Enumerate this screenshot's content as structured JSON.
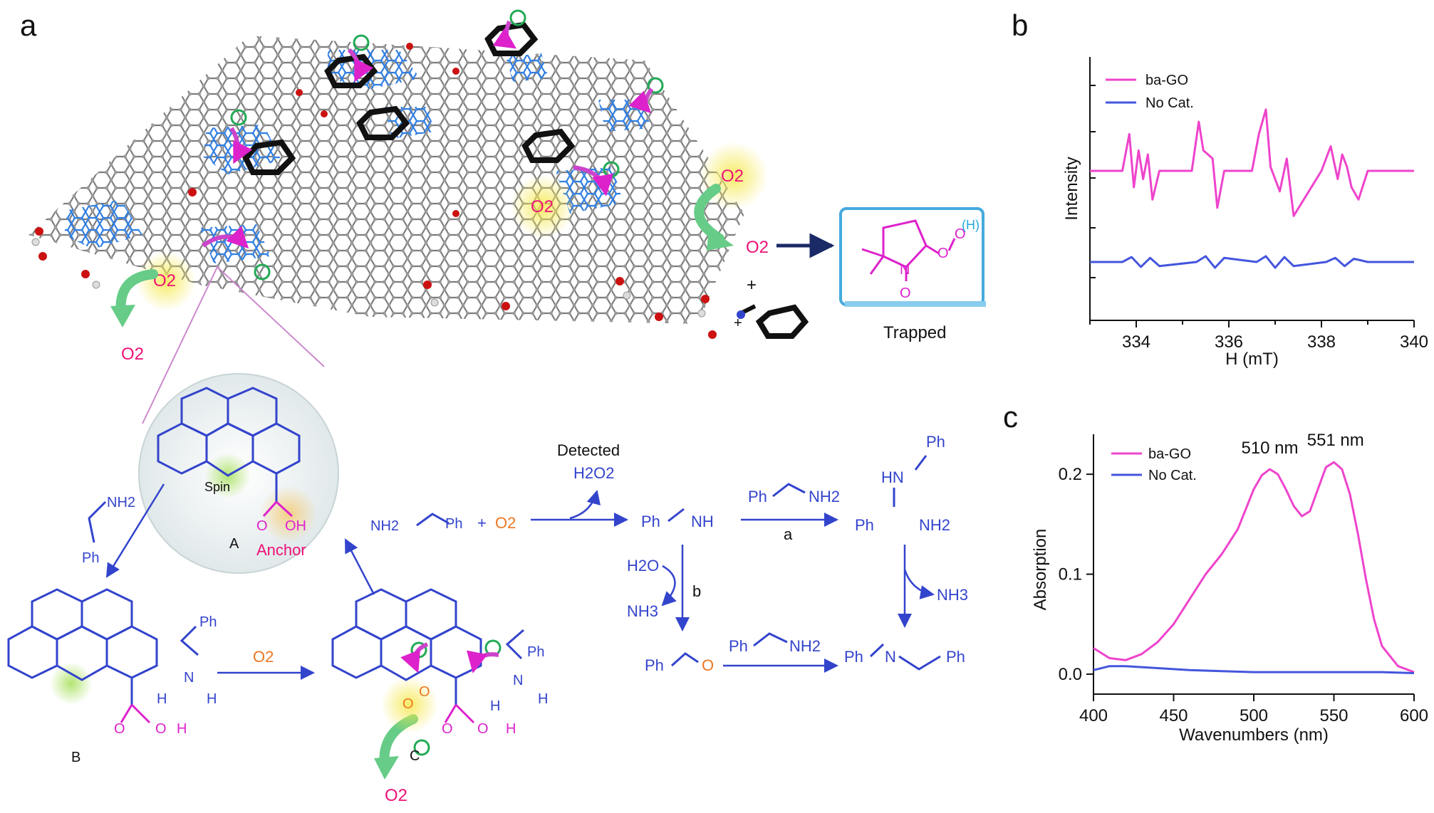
{
  "panels": {
    "a": {
      "label": "a",
      "o2_labels": [
        "O2",
        "O2",
        "O2",
        "O2"
      ],
      "superoxide": "O2",
      "trapped_label": "Trapped",
      "trap_h": "(H)",
      "plus": "+",
      "scheme": {
        "A_label": "A",
        "B_label": "B",
        "C_label": "C",
        "spin": "Spin",
        "anchor": "Anchor",
        "cooh": "O",
        "oh": "OH",
        "nh2": "NH2",
        "ph": "Ph",
        "o2": "O2",
        "detected": "Detected",
        "h2o2": "H2O2",
        "ph_imine_nh": "Ph",
        "nh": "NH",
        "step_a": "a",
        "step_b": "b",
        "h2o": "H2O",
        "nh3": "NH3",
        "hn": "HN",
        "n": "N",
        "h": "H",
        "o": "O"
      }
    },
    "b": {
      "label": "b",
      "xlabel": "H (mT)",
      "ylabel": "Intensity",
      "legend": [
        "ba-GO",
        "No Cat."
      ]
    },
    "c": {
      "label": "c",
      "xlabel": "Wavenumbers (nm)",
      "ylabel": "Absorption",
      "legend": [
        "ba-GO",
        "No Cat."
      ],
      "peak_labels": [
        "510 nm",
        "551 nm"
      ]
    }
  },
  "colors": {
    "ba_go": "#ee44cc",
    "no_cat": "#4455dd",
    "blue_struct": "#3344cc",
    "pink_text": "#ee1177",
    "magenta": "#dd22cc",
    "orange": "#ee7722",
    "graphene_grey": "#888888"
  },
  "chart_data": [
    {
      "type": "line",
      "panel": "b",
      "xlabel": "H (mT)",
      "ylabel": "Intensity",
      "xlim": [
        333,
        340
      ],
      "xticks": [
        334,
        336,
        338,
        340
      ],
      "yticks_labeled": false,
      "legend_position": "top-left",
      "grid": false,
      "series": [
        {
          "name": "ba-GO",
          "color": "#ee44cc",
          "baseline": 0.8,
          "x": [
            333.0,
            333.7,
            333.85,
            333.95,
            334.05,
            334.15,
            334.25,
            334.35,
            334.5,
            335.2,
            335.35,
            335.45,
            335.55,
            335.65,
            335.75,
            335.9,
            336.5,
            336.65,
            336.8,
            336.9,
            337.0,
            337.1,
            337.25,
            337.4,
            338.0,
            338.2,
            338.35,
            338.45,
            338.55,
            338.65,
            338.8,
            339.0,
            340.0
          ],
          "y": [
            0.8,
            0.8,
            1.25,
            0.6,
            1.05,
            0.7,
            1.0,
            0.45,
            0.8,
            0.8,
            1.4,
            1.05,
            1.0,
            0.95,
            0.35,
            0.8,
            0.8,
            1.25,
            1.55,
            0.85,
            0.7,
            0.55,
            0.95,
            0.25,
            0.8,
            1.1,
            0.7,
            1.0,
            0.85,
            0.6,
            0.45,
            0.8,
            0.8
          ]
        },
        {
          "name": "No Cat.",
          "color": "#4455dd",
          "baseline": 0.0,
          "x": [
            333.0,
            333.7,
            333.9,
            334.1,
            334.3,
            334.5,
            335.3,
            335.5,
            335.7,
            335.9,
            336.6,
            336.8,
            337.0,
            337.2,
            337.4,
            338.1,
            338.3,
            338.5,
            338.7,
            339.0,
            340.0
          ],
          "y": [
            0.0,
            0.0,
            0.06,
            -0.06,
            0.05,
            -0.05,
            0.0,
            0.07,
            -0.07,
            0.05,
            0.0,
            0.07,
            -0.07,
            0.06,
            -0.05,
            0.0,
            0.05,
            -0.05,
            0.04,
            0.0,
            0.0
          ]
        }
      ]
    },
    {
      "type": "line",
      "panel": "c",
      "xlabel": "Wavenumbers (nm)",
      "ylabel": "Absorption",
      "xlim": [
        400,
        600
      ],
      "ylim": [
        -0.02,
        0.24
      ],
      "xticks": [
        400,
        450,
        500,
        550,
        600
      ],
      "yticks": [
        0.0,
        0.1,
        0.2
      ],
      "legend_position": "top-left",
      "grid": false,
      "annotations": [
        {
          "text": "510 nm",
          "x": 510,
          "y": 0.205
        },
        {
          "text": "551 nm",
          "x": 551,
          "y": 0.213
        }
      ],
      "series": [
        {
          "name": "ba-GO",
          "color": "#ee44cc",
          "x": [
            400,
            410,
            420,
            430,
            440,
            450,
            460,
            470,
            480,
            490,
            500,
            505,
            510,
            515,
            520,
            525,
            530,
            535,
            540,
            545,
            550,
            555,
            560,
            565,
            570,
            575,
            580,
            590,
            600
          ],
          "y": [
            0.026,
            0.016,
            0.014,
            0.02,
            0.032,
            0.05,
            0.075,
            0.1,
            0.12,
            0.145,
            0.185,
            0.199,
            0.205,
            0.2,
            0.185,
            0.168,
            0.158,
            0.163,
            0.185,
            0.207,
            0.212,
            0.205,
            0.18,
            0.14,
            0.095,
            0.055,
            0.028,
            0.008,
            0.002
          ]
        },
        {
          "name": "No Cat.",
          "color": "#4455dd",
          "x": [
            400,
            410,
            420,
            440,
            460,
            480,
            500,
            520,
            540,
            560,
            580,
            600
          ],
          "y": [
            0.004,
            0.008,
            0.008,
            0.006,
            0.004,
            0.003,
            0.002,
            0.002,
            0.002,
            0.002,
            0.002,
            0.001
          ]
        }
      ]
    }
  ]
}
